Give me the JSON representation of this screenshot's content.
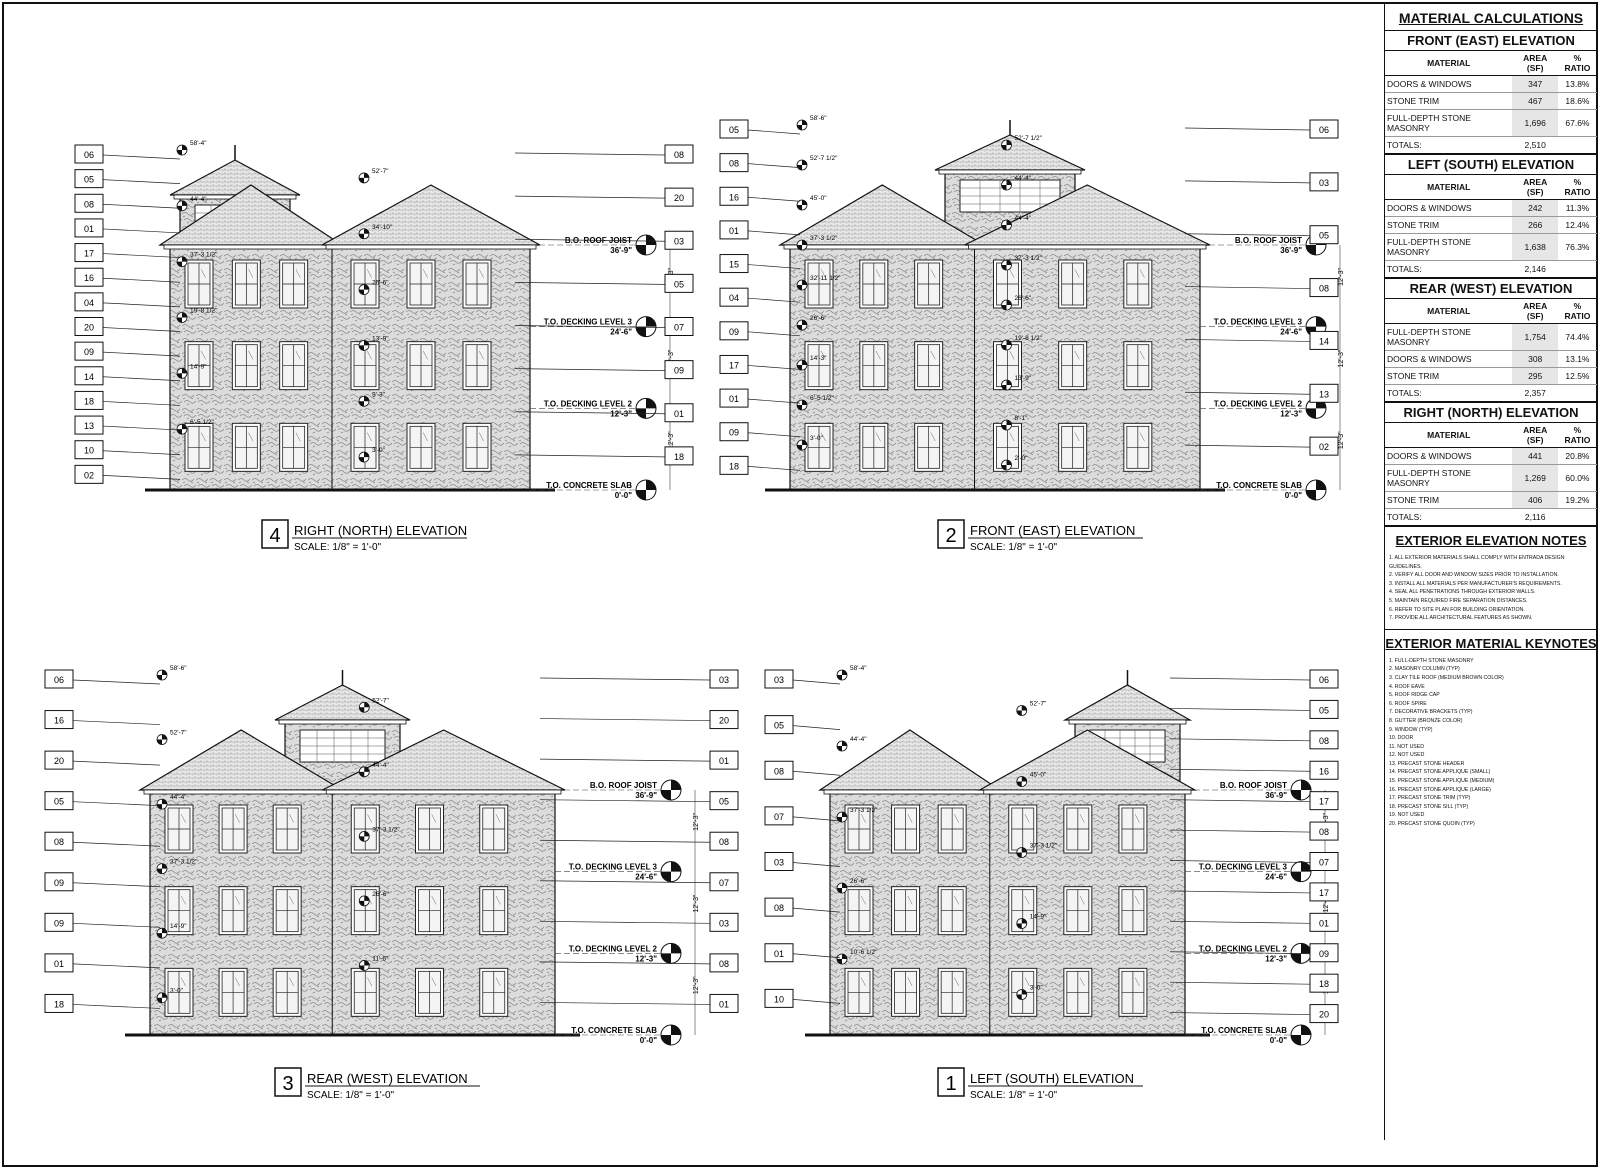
{
  "elevations": [
    {
      "num": "4",
      "title": "RIGHT (NORTH)  ELEVATION",
      "scale": "SCALE:  1/8\" = 1'-0\"",
      "left_tags": [
        "06",
        "05",
        "08",
        "01",
        "17",
        "16",
        "04",
        "20",
        "09",
        "14",
        "18",
        "13",
        "10",
        "02"
      ],
      "right_tags": [
        "08",
        "20",
        "03",
        "05",
        "07",
        "09",
        "01",
        "18"
      ],
      "levels": [
        [
          "B.O. ROOF JOIST",
          "36'-9\""
        ],
        [
          "T.O. DECKING LEVEL 3",
          "24'-6\""
        ],
        [
          "T.O. DECKING LEVEL 2",
          "12'-3\""
        ],
        [
          "T.O. CONCRETE SLAB",
          "0'-0\""
        ]
      ],
      "dims": [
        "58'-4\"",
        "52'-7\"",
        "44'-4\"",
        "34'-10\"",
        "37'-3 1/2\"",
        "26'-6\"",
        "19'-8 1/2\"",
        "13'-9\"",
        "14'-9\"",
        "9'-3\"",
        "6'-5 1/2\"",
        "3'-0\""
      ],
      "vdims": [
        "12'-3\"",
        "12'-3\"",
        "12'-3\""
      ]
    },
    {
      "num": "2",
      "title": "FRONT (EAST) ELEVATION",
      "scale": "SCALE:  1/8\" = 1'-0\"",
      "left_tags": [
        "05",
        "08",
        "16",
        "01",
        "15",
        "04",
        "09",
        "17",
        "01",
        "09",
        "18"
      ],
      "right_tags": [
        "06",
        "03",
        "05",
        "08",
        "14",
        "13",
        "02"
      ],
      "levels": [
        [
          "B.O. ROOF JOIST",
          "36'-9\""
        ],
        [
          "T.O. DECKING LEVEL 3",
          "24'-6\""
        ],
        [
          "T.O. DECKING LEVEL 2",
          "12'-3\""
        ],
        [
          "T.O. CONCRETE SLAB",
          "0'-0\""
        ]
      ],
      "dims": [
        "58'-6\"",
        "52'-7 1/2\"",
        "52'-7 1/2\"",
        "44'-4\"",
        "45'-0\"",
        "44'-4\"",
        "37'-3 1/2\"",
        "37'-3 1/2\"",
        "32'-11 1/2\"",
        "26'-6\"",
        "26'-6\"",
        "19'-8 1/2\"",
        "14'-3\"",
        "13'-9\"",
        "6'-5 1/2\"",
        "8'-1\"",
        "3'-0\"",
        "2'-0\""
      ],
      "vdims": [
        "12'-3\"",
        "12'-3\"",
        "12'-3\""
      ]
    },
    {
      "num": "3",
      "title": "REAR (WEST) ELEVATION",
      "scale": "SCALE:  1/8\" = 1'-0\"",
      "left_tags": [
        "06",
        "16",
        "20",
        "05",
        "08",
        "09",
        "09",
        "01",
        "18"
      ],
      "right_tags": [
        "03",
        "20",
        "01",
        "05",
        "08",
        "07",
        "03",
        "08",
        "01"
      ],
      "levels": [
        [
          "B.O. ROOF JOIST",
          "36'-9\""
        ],
        [
          "T.O. DECKING LEVEL 3",
          "24'-6\""
        ],
        [
          "T.O. DECKING LEVEL 2",
          "12'-3\""
        ],
        [
          "T.O. CONCRETE SLAB",
          "0'-0\""
        ]
      ],
      "dims": [
        "58'-6\"",
        "52'-7\"",
        "52'-7\"",
        "44'-4\"",
        "44'-4\"",
        "37'-3 1/2\"",
        "37'-3 1/2\"",
        "26'-6\"",
        "14'-9\"",
        "11'-6\"",
        "3'-0\""
      ],
      "vdims": [
        "12'-3\"",
        "12'-3\"",
        "12'-3\""
      ]
    },
    {
      "num": "1",
      "title": "LEFT (SOUTH) ELEVATION",
      "scale": "SCALE:  1/8\" = 1'-0\"",
      "left_tags": [
        "03",
        "05",
        "08",
        "07",
        "03",
        "08",
        "01",
        "10"
      ],
      "right_tags": [
        "06",
        "05",
        "08",
        "16",
        "17",
        "08",
        "07",
        "17",
        "01",
        "09",
        "18",
        "20"
      ],
      "levels": [
        [
          "B.O. ROOF JOIST",
          "36'-9\""
        ],
        [
          "T.O. DECKING LEVEL 3",
          "24'-6\""
        ],
        [
          "T.O. DECKING LEVEL 2",
          "12'-3\""
        ],
        [
          "T.O. CONCRETE SLAB",
          "0'-0\""
        ]
      ],
      "dims": [
        "58'-4\"",
        "52'-7\"",
        "44'-4\"",
        "45'-0\"",
        "37'-3 1/2\"",
        "37'-3 1/2\"",
        "26'-6\"",
        "14'-9\"",
        "10'-6 1/2\"",
        "3'-0\""
      ],
      "vdims": [
        "12'-3\"",
        "12'-3\"",
        "12'-3\""
      ]
    }
  ],
  "panel": {
    "title": "MATERIAL CALCULATIONS",
    "headers": [
      "MATERIAL",
      "AREA (SF)",
      "% RATIO"
    ],
    "sections": [
      {
        "title": "FRONT (EAST) ELEVATION",
        "rows": [
          [
            "DOORS & WINDOWS",
            "347",
            "13.8%"
          ],
          [
            "STONE TRIM",
            "467",
            "18.6%"
          ],
          [
            "FULL-DEPTH STONE MASONRY",
            "1,696",
            "67.6%"
          ]
        ],
        "total_label": "TOTALS:",
        "total": "2,510"
      },
      {
        "title": "LEFT (SOUTH) ELEVATION",
        "rows": [
          [
            "DOORS & WINDOWS",
            "242",
            "11.3%"
          ],
          [
            "STONE TRIM",
            "266",
            "12.4%"
          ],
          [
            "FULL-DEPTH STONE MASONRY",
            "1,638",
            "76.3%"
          ]
        ],
        "total_label": "TOTALS:",
        "total": "2,146"
      },
      {
        "title": "REAR (WEST) ELEVATION",
        "rows": [
          [
            "FULL-DEPTH STONE MASONRY",
            "1,754",
            "74.4%"
          ],
          [
            "DOORS & WINDOWS",
            "308",
            "13.1%"
          ],
          [
            "STONE TRIM",
            "295",
            "12.5%"
          ]
        ],
        "total_label": "TOTALS:",
        "total": "2,357"
      },
      {
        "title": "RIGHT (NORTH) ELEVATION",
        "rows": [
          [
            "DOORS & WINDOWS",
            "441",
            "20.8%"
          ],
          [
            "FULL-DEPTH STONE MASONRY",
            "1,269",
            "60.0%"
          ],
          [
            "STONE TRIM",
            "406",
            "19.2%"
          ]
        ],
        "total_label": "TOTALS:",
        "total": "2,116"
      }
    ],
    "notes_title": "EXTERIOR ELEVATION NOTES",
    "notes": [
      "1. ALL EXTERIOR MATERIALS SHALL COMPLY WITH ENTRADA DESIGN GUIDELINES.",
      "2. VERIFY ALL DOOR AND WINDOW SIZES PRIOR TO INSTALLATION.",
      "3. INSTALL ALL MATERIALS PER MANUFACTURER'S REQUIREMENTS.",
      "4. SEAL ALL PENETRATIONS THROUGH EXTERIOR WALLS.",
      "5. MAINTAIN REQUIRED FIRE SEPARATION DISTANCES.",
      "6. REFER TO SITE PLAN FOR BUILDING ORIENTATION.",
      "7. PROVIDE ALL ARCHITECTURAL FEATURES AS SHOWN."
    ],
    "keynotes_title": "EXTERIOR MATERIAL KEYNOTES",
    "keynotes": [
      "1. FULL-DEPTH STONE MASONRY",
      "2. MASONRY COLUMN (TYP)",
      "3. CLAY TILE ROOF (MEDIUM BROWN COLOR)",
      "4. ROOF EAVE",
      "5. ROOF RIDGE CAP",
      "6. ROOF SPIRE",
      "7. DECORATIVE BRACKETS (TYP)",
      "8. GUTTER (BRONZE COLOR)",
      "9. WINDOW (TYP)",
      "10. DOOR",
      "11. NOT USED",
      "12. NOT USED",
      "13. PRECAST STONE HEADER",
      "14. PRECAST STONE APPLIQUE (SMALL)",
      "15. PRECAST STONE APPLIQUE (MEDIUM)",
      "16. PRECAST STONE APPLIQUE (LARGE)",
      "17. PRECAST STONE TRIM (TYP)",
      "18. PRECAST STONE SILL (TYP)",
      "19. NOT USED",
      "20. PRECAST STONE QUOIN (TYP)"
    ]
  }
}
